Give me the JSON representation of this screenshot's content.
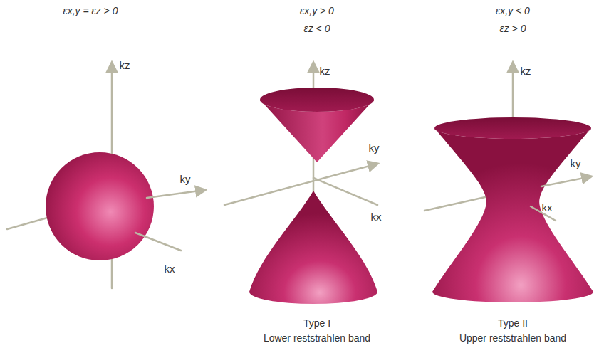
{
  "diagram": {
    "labels": [
      "εx,y = εz > 0",
      "kz",
      "ky",
      "kx",
      "εx,y > 0",
      "εz < 0",
      "kz",
      "ky",
      "kx",
      "Type I",
      "Lower reststrahlen band",
      "εx,y < 0",
      "εz > 0",
      "kz",
      "ky",
      "kx",
      "Type II",
      "Upper reststrahlen band"
    ]
  }
}
